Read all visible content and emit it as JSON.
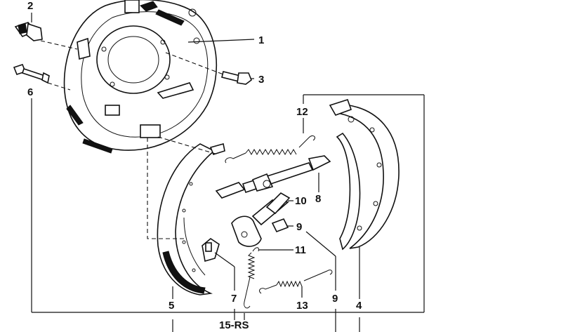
{
  "callouts": {
    "c1": "1",
    "c2": "2",
    "c3": "3",
    "c4": "4",
    "c5": "5",
    "c6": "6",
    "c7": "7",
    "c8": "8",
    "c9a": "9",
    "c9b": "9",
    "c10": "10",
    "c11": "11",
    "c12": "12",
    "c13": "13",
    "c15": "15-RS"
  },
  "colors": {
    "ink": "#111111",
    "background": "#ffffff"
  }
}
